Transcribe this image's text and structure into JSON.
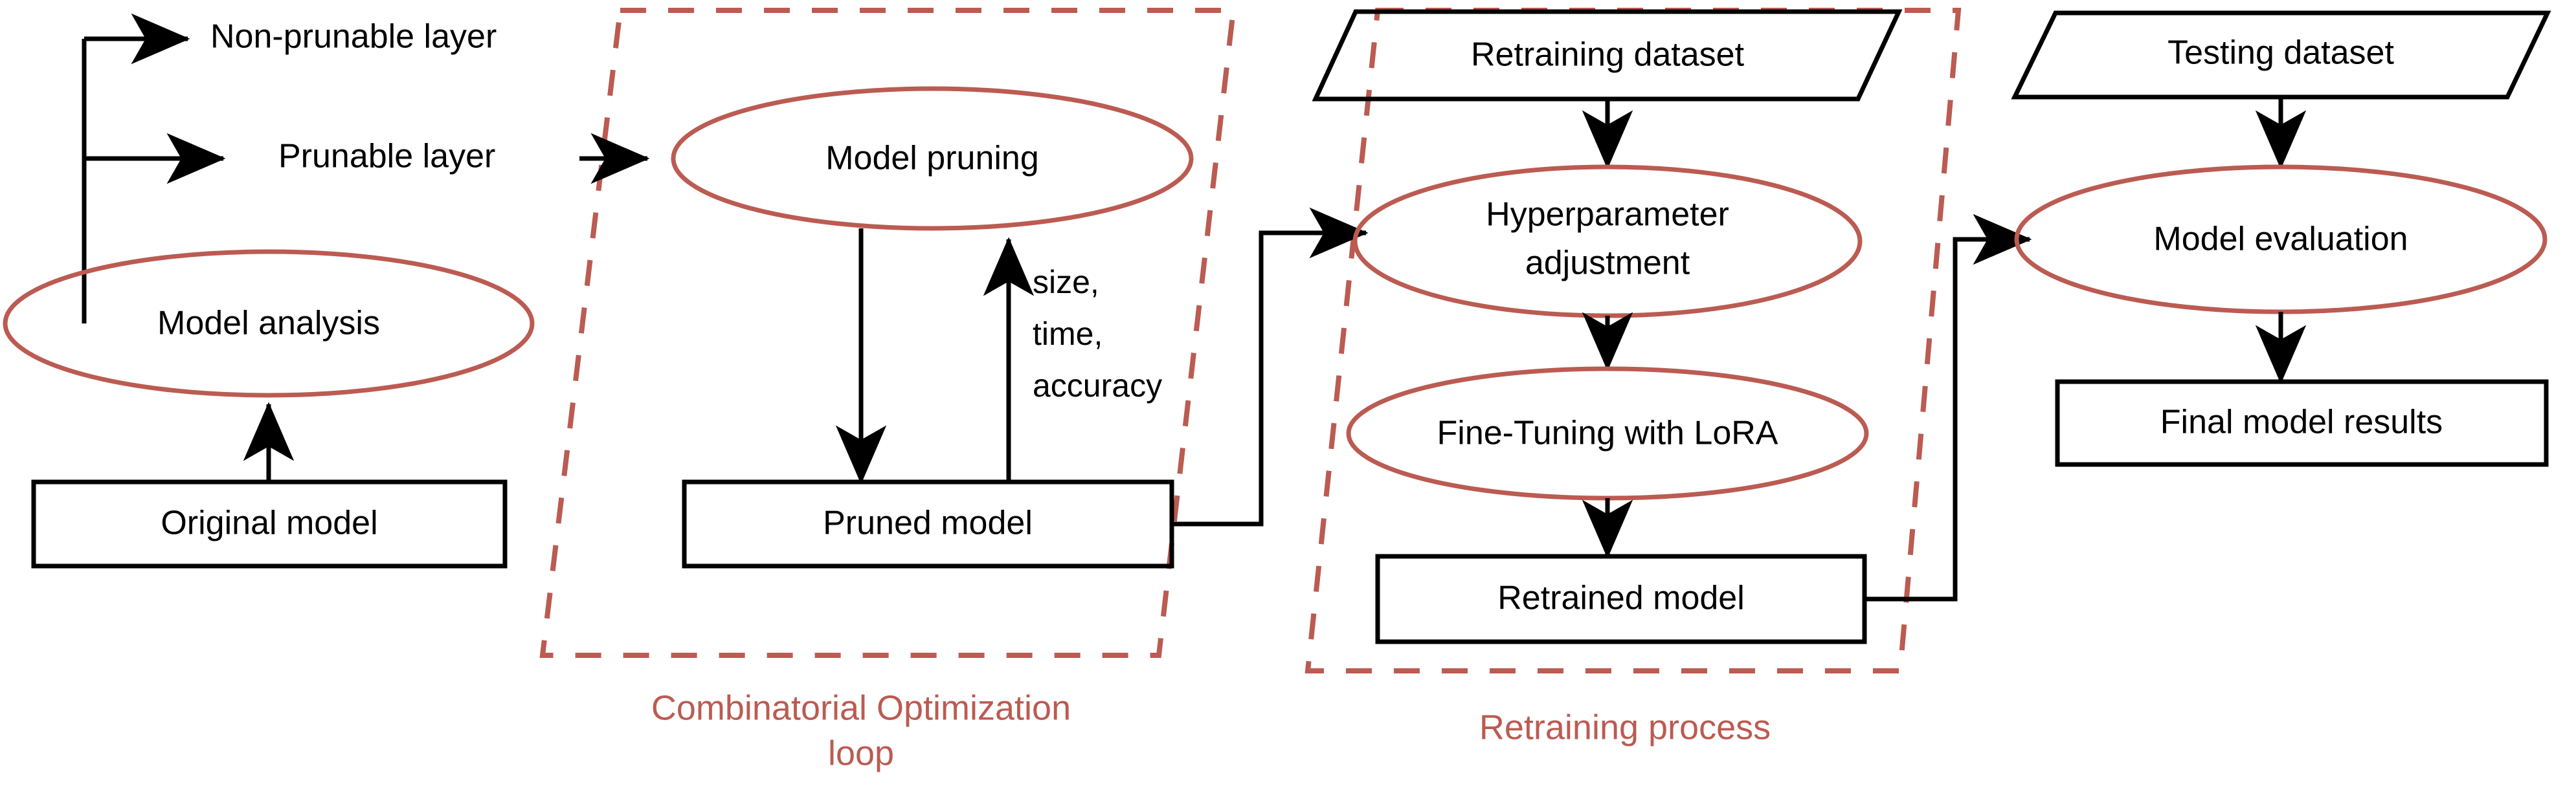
{
  "diagram": {
    "title": "Model pruning and retraining pipeline flowchart",
    "colors": {
      "process_stroke": "#bb5b52",
      "group_stroke": "#bb5b52",
      "node_stroke": "#000000",
      "text": "#000000",
      "group_label": "#bb5b52",
      "background": "#ffffff"
    },
    "branch_labels": {
      "non_prunable": "Non-prunable layer",
      "prunable": "Prunable layer"
    },
    "nodes": {
      "original_model": "Original model",
      "model_analysis": "Model analysis",
      "model_pruning": "Model pruning",
      "pruned_model": "Pruned model",
      "retraining_dataset": "Retraining dataset",
      "hyperparameter_adjustment_line1": "Hyperparameter",
      "hyperparameter_adjustment_line2": "adjustment",
      "fine_tuning_lora": "Fine-Tuning with LoRA",
      "retrained_model": "Retrained model",
      "testing_dataset": "Testing dataset",
      "model_evaluation": "Model evaluation",
      "final_model_results": "Final model results"
    },
    "edge_labels": {
      "metrics_line1": "size,",
      "metrics_line2": "time,",
      "metrics_line3": "accuracy"
    },
    "groups": {
      "combinatorial_line1": "Combinatorial Optimization",
      "combinatorial_line2": "loop",
      "retraining": "Retraining process"
    }
  }
}
